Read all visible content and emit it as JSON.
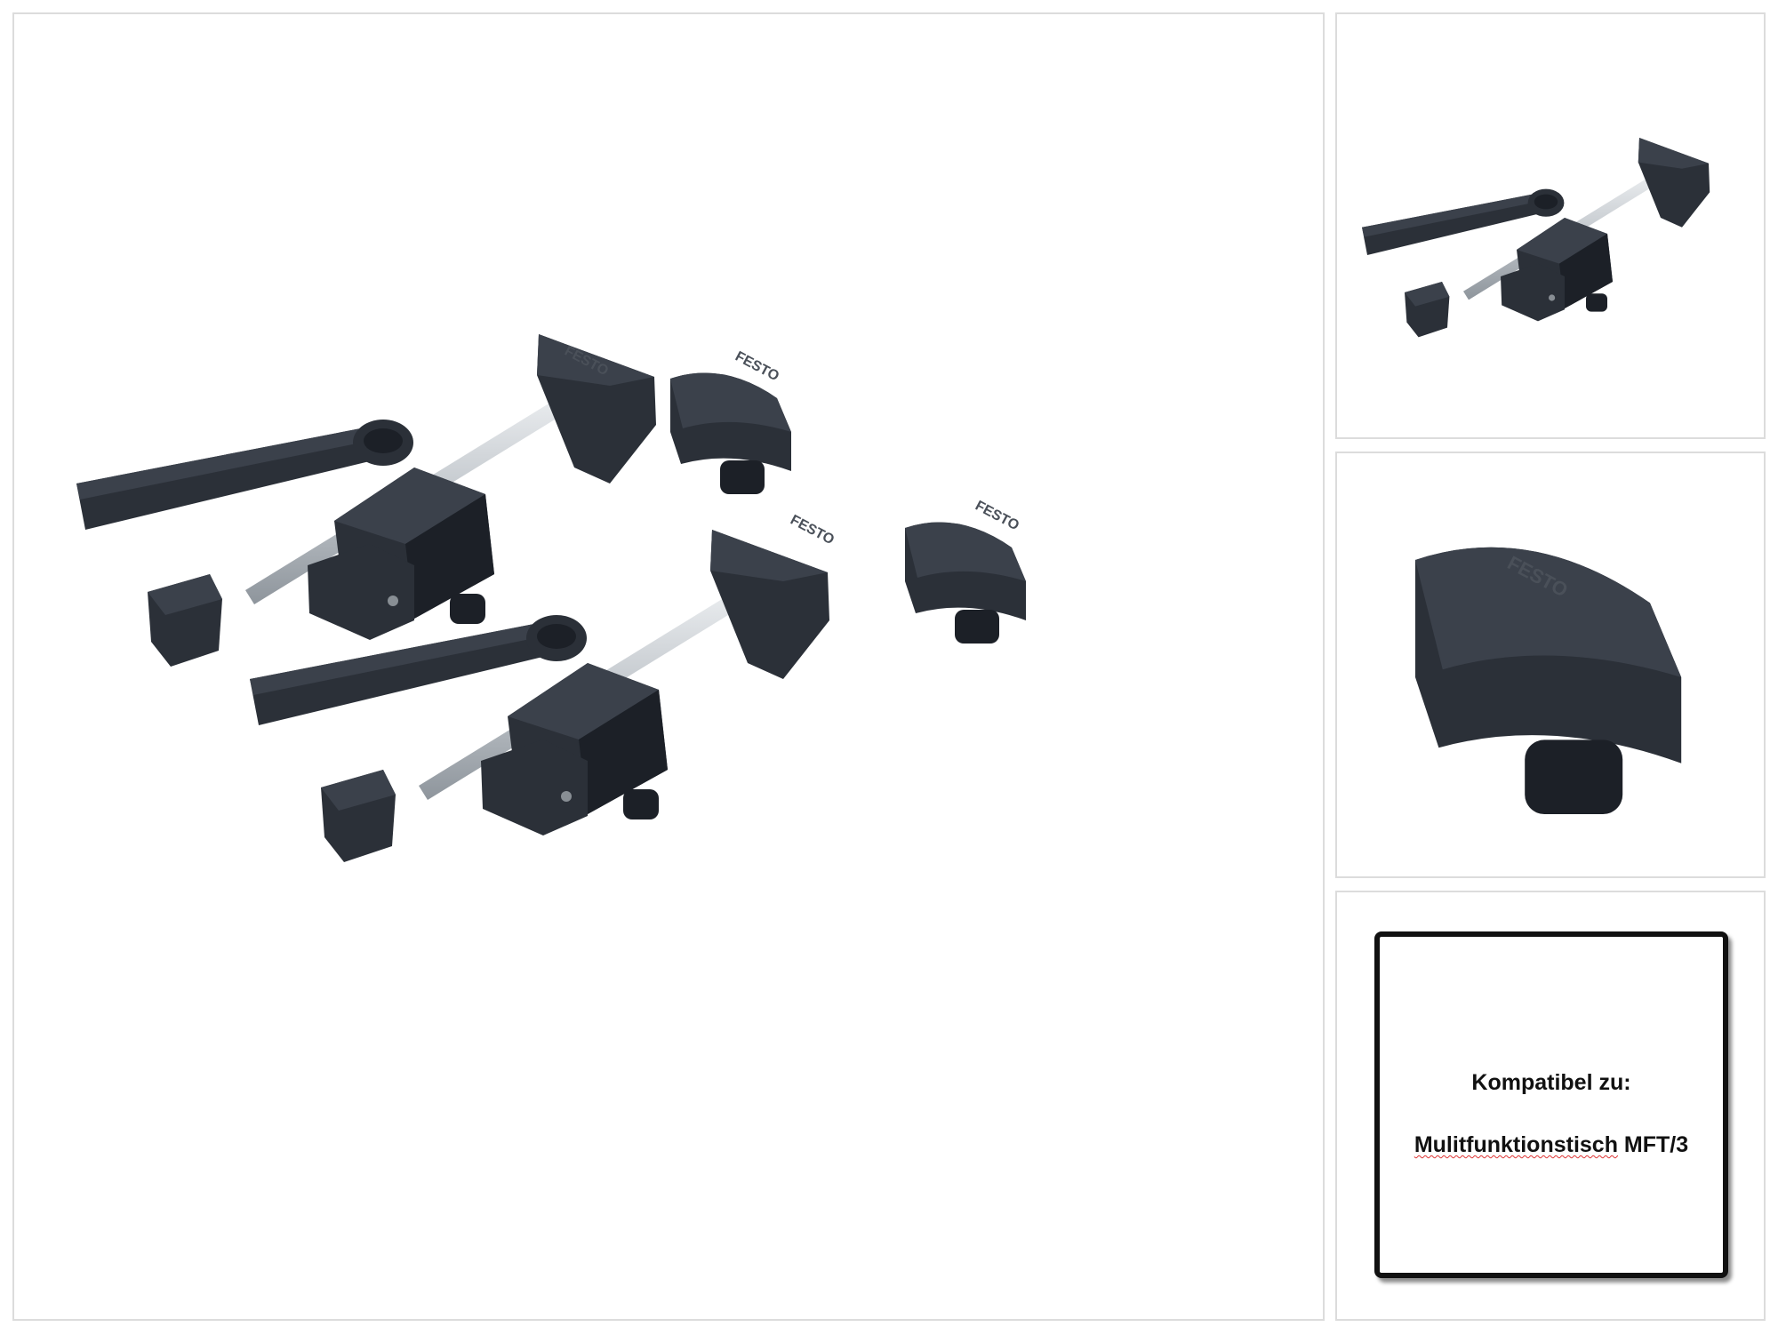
{
  "product": {
    "logo_text": "FESTO",
    "colors": {
      "body": "#2b3038",
      "body_dark": "#1c2027",
      "body_light": "#3b414b",
      "rod": "#d8dce0",
      "border": "#dcdcdc"
    }
  },
  "info": {
    "line1": "Kompatibel zu:",
    "line2_misspelled": "Mulitfunktionstisch",
    "line2_rest": " MFT/3"
  }
}
